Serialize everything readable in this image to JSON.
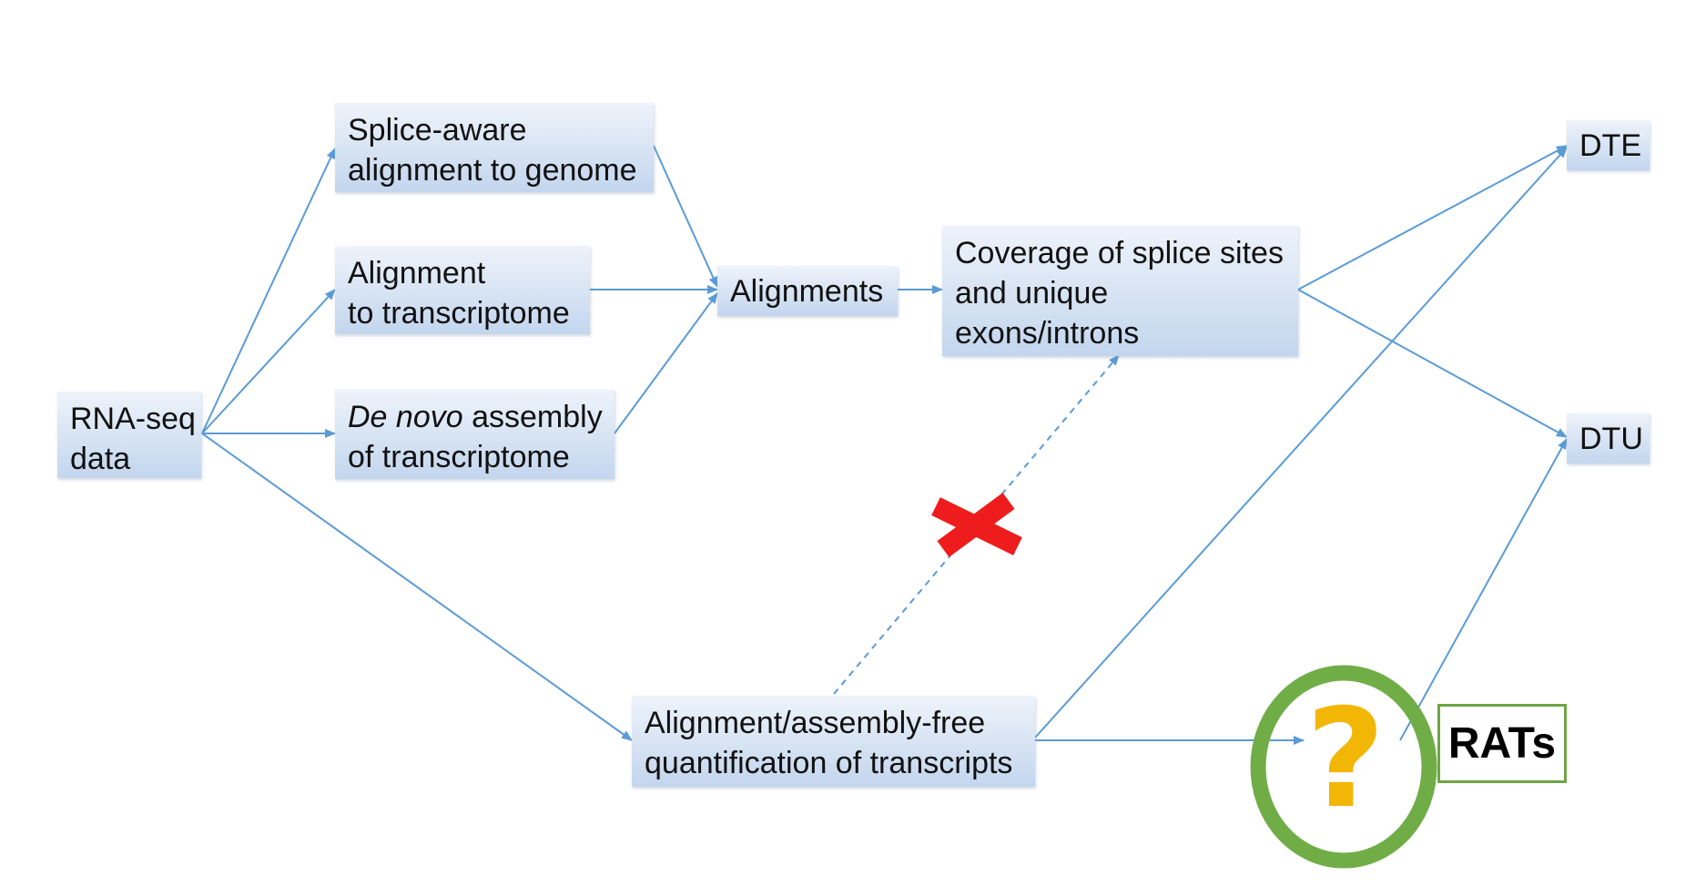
{
  "nodes": {
    "rnaseq": {
      "line1": "RNA-seq",
      "line2": "data"
    },
    "splice": {
      "line1": "Splice-aware",
      "line2": "alignment to genome"
    },
    "transcriptome": {
      "line1": "Alignment",
      "line2": "to transcriptome"
    },
    "denovo": {
      "line1_italic": "De novo",
      "line1_rest": " assembly",
      "line2": "of transcriptome"
    },
    "alignments": {
      "line1": "Alignments"
    },
    "coverage": {
      "line1": "Coverage of splice sites",
      "line2": "and unique",
      "line3": "exons/introns"
    },
    "free": {
      "line1": "Alignment/assembly-free",
      "line2": "quantification of transcripts"
    },
    "dte": {
      "line1": "DTE"
    },
    "dtu": {
      "line1": "DTU"
    }
  },
  "rats": {
    "label": "RATs",
    "symbol": "?"
  },
  "colors": {
    "arrow": "#5b9bd5",
    "box_gradient_top": "#eef3fb",
    "box_gradient_bottom": "#c3d6ee",
    "cross": "#ee1c1c",
    "ring": "#70ad47",
    "question_mark": "#f2b705"
  }
}
